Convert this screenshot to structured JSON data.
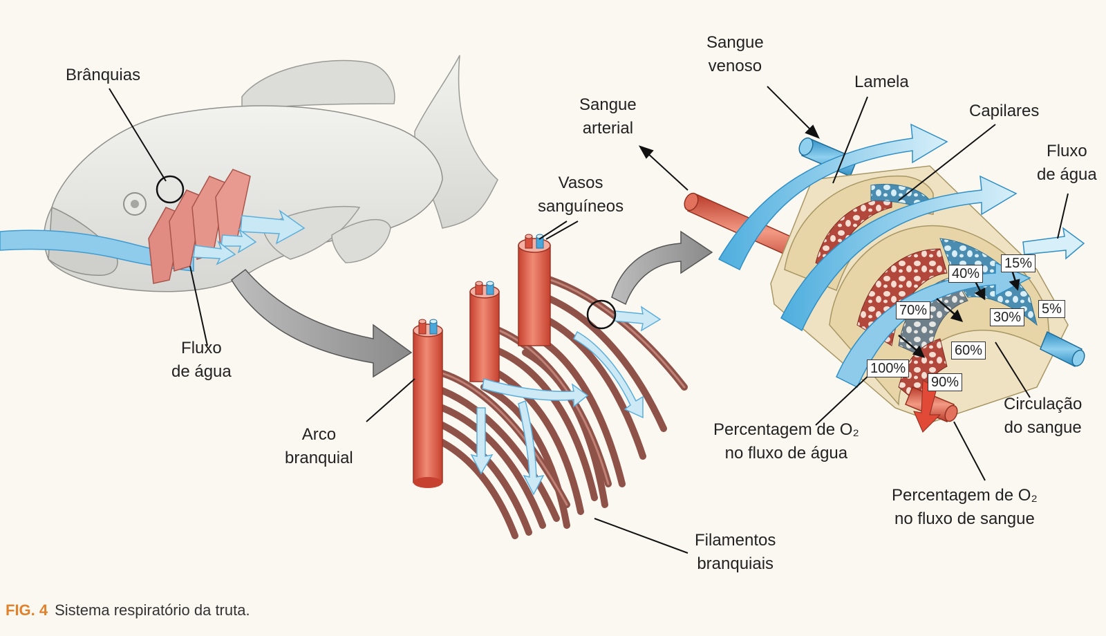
{
  "labels": {
    "branquias": "Brânquias",
    "fluxo_agua_fish": [
      "Fluxo",
      "de água"
    ],
    "arco_branquial": [
      "Arco",
      "branquial"
    ],
    "vasos_sanguineos": [
      "Vasos",
      "sanguíneos"
    ],
    "filamentos": [
      "Filamentos",
      "branquiais"
    ],
    "sangue_venoso": [
      "Sangue",
      "venoso"
    ],
    "sangue_arterial": [
      "Sangue",
      "arterial"
    ],
    "lamela": "Lamela",
    "capilares": "Capilares",
    "fluxo_agua_right": [
      "Fluxo",
      "de água"
    ],
    "circulacao": [
      "Circulação",
      "do sangue"
    ],
    "perc_agua": [
      "Percentagem de O₂",
      "no fluxo de água"
    ],
    "perc_sangue": [
      "Percentagem  de O₂",
      "no fluxo de sangue"
    ]
  },
  "percent_water": [
    "100%",
    "70%",
    "40%",
    "15%"
  ],
  "percent_blood": [
    "90%",
    "60%",
    "30%",
    "5%"
  ],
  "caption": {
    "fig": "FIG. 4",
    "text": "Sistema respiratório da truta."
  },
  "colors": {
    "fish_body": "#e6e6e3",
    "gill": "#e0857a",
    "water": "#7fc3e6",
    "artery": "#d95a48",
    "vein": "#4aa7d9",
    "filament": "#a8675c",
    "lamella": "#efe2c2",
    "caption_accent": "#e0822d"
  }
}
